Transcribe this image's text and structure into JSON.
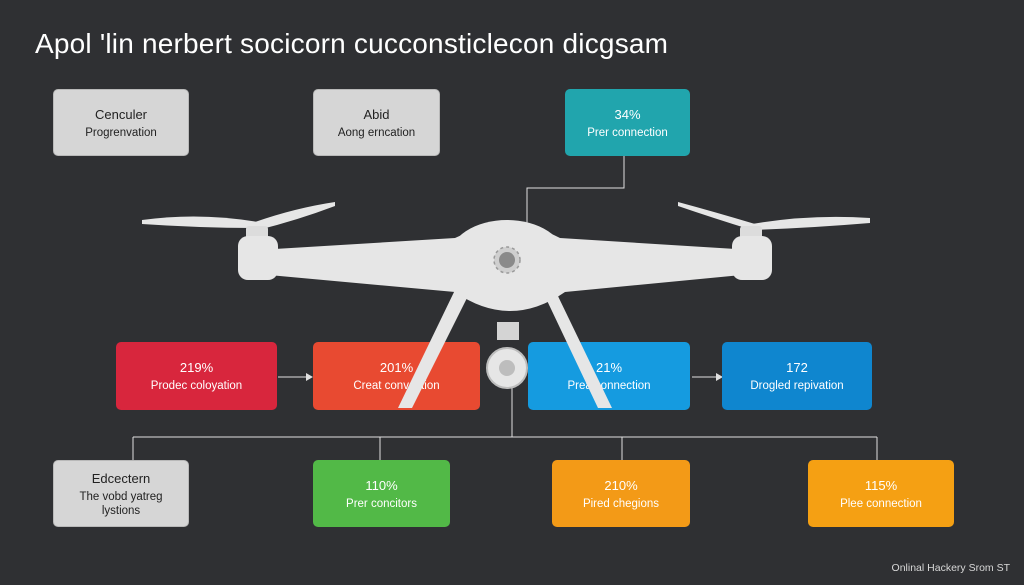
{
  "title": "Apol 'lin nerbert socicorn cucconsticlecon dicgsam",
  "footer": "Onlinal Hackery Srom ST",
  "boxes": {
    "top_left": {
      "value": "Cenculer",
      "label": "Progrenvation"
    },
    "top_mid": {
      "value": "Abid",
      "label": "Aong erncation"
    },
    "top_right": {
      "value": "34%",
      "label": "Prer connection"
    },
    "mid_1": {
      "value": "219%",
      "label": "Prodec coloyation"
    },
    "mid_2": {
      "value": "201%",
      "label": "Creat convaction"
    },
    "mid_3": {
      "value": "21%",
      "label": "Prea connection"
    },
    "mid_4": {
      "value": "172",
      "label": "Drogled repivation"
    },
    "bot_1": {
      "value": "Edcectern",
      "label": "The vobd yatreg lystions"
    },
    "bot_2": {
      "value": "110%",
      "label": "Prer concitors"
    },
    "bot_3": {
      "value": "210%",
      "label": "Pired chegions"
    },
    "bot_4": {
      "value": "115%",
      "label": "Plee connection"
    }
  },
  "colors": {
    "background": "#2f3033",
    "teal": "#21a5ad",
    "red": "#d8263d",
    "orange_red": "#e84a31",
    "blue": "#159be0",
    "green": "#52b947",
    "amber": "#f39a17",
    "gray": "#d6d6d6",
    "drone": "#e6e6e6"
  }
}
